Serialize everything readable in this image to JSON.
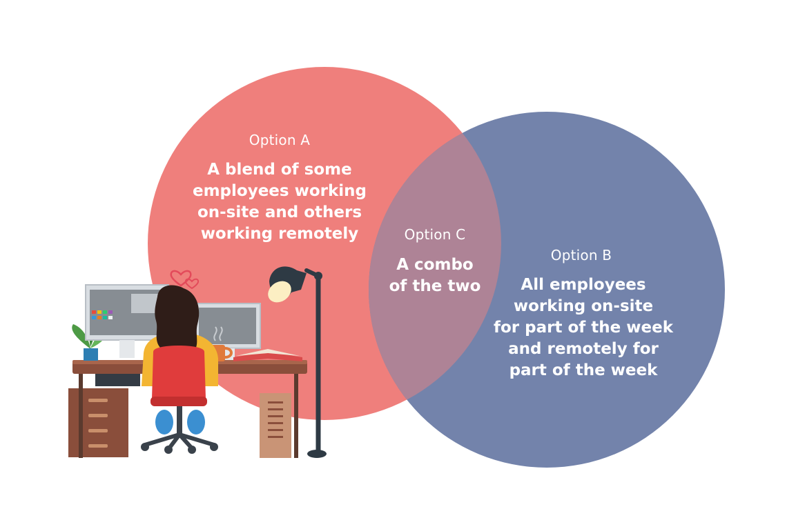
{
  "colors": {
    "circle_a": "#ef7f7c",
    "circle_b": "#7383ab",
    "overlap": "#ae8396",
    "text": "#ffffff"
  },
  "venn": {
    "option_a": {
      "title": "Option A",
      "lines": [
        "A blend of some",
        "employees working",
        "on-site and others",
        "working remotely"
      ]
    },
    "option_b": {
      "title": "Option B",
      "lines": [
        "All employees",
        "working on-site",
        "for part of the week",
        "and remotely for",
        "part of the week"
      ]
    },
    "option_c": {
      "title": "Option C",
      "lines": [
        "A combo",
        "of the two"
      ]
    }
  },
  "illustration": {
    "icon": "person-working-at-desk-illustration"
  }
}
